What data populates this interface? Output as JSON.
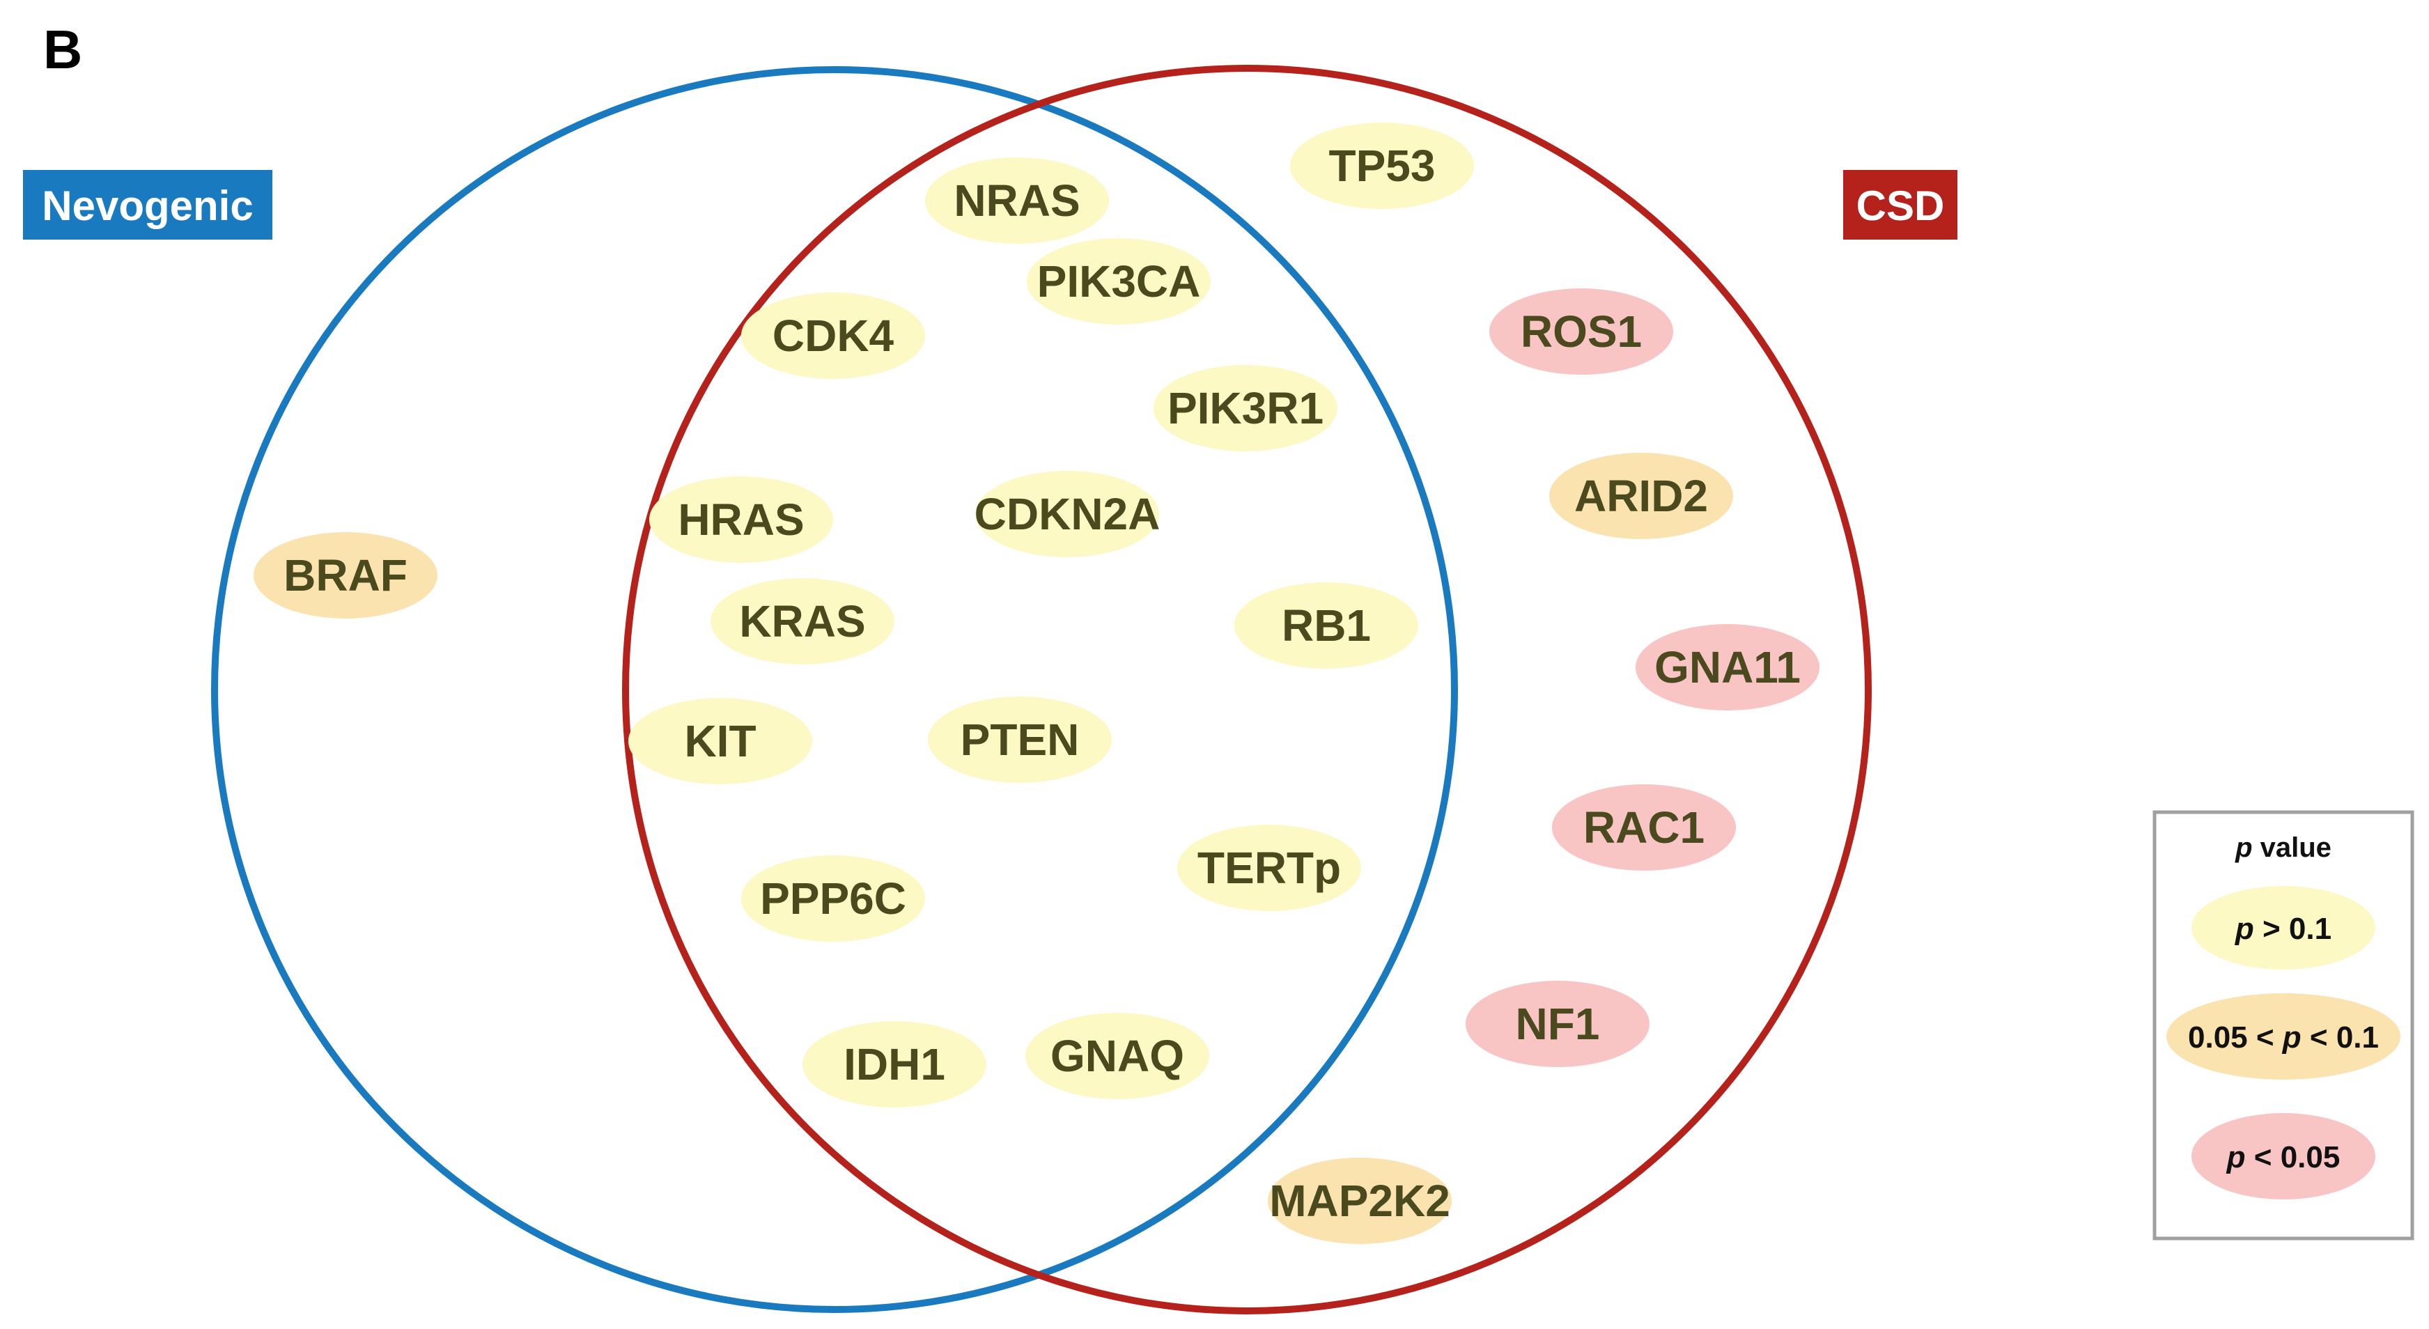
{
  "panel_label": "B",
  "colors": {
    "nevogenic_circle": "#1a7abf",
    "csd_circle": "#b5221c",
    "nevogenic_label_bg": "#1a7abf",
    "csd_label_bg": "#b5221c",
    "p_gt_0_1": "#fdf9c4",
    "p_0_05_to_0_1": "#fbe3b0",
    "p_lt_0_05": "#f9c4c4",
    "legend_border": "#a0a0a0"
  },
  "sets": {
    "nevogenic": {
      "label": "Nevogenic"
    },
    "csd": {
      "label": "CSD"
    }
  },
  "genes": [
    {
      "name": "BRAF",
      "region": "nevogenic-only",
      "p_class": "p_0_05_to_0_1"
    },
    {
      "name": "NRAS",
      "region": "both",
      "p_class": "p_gt_0_1"
    },
    {
      "name": "PIK3CA",
      "region": "both",
      "p_class": "p_gt_0_1"
    },
    {
      "name": "CDK4",
      "region": "both",
      "p_class": "p_gt_0_1"
    },
    {
      "name": "PIK3R1",
      "region": "both",
      "p_class": "p_gt_0_1"
    },
    {
      "name": "HRAS",
      "region": "both",
      "p_class": "p_gt_0_1"
    },
    {
      "name": "CDKN2A",
      "region": "both",
      "p_class": "p_gt_0_1"
    },
    {
      "name": "KRAS",
      "region": "both",
      "p_class": "p_gt_0_1"
    },
    {
      "name": "RB1",
      "region": "both",
      "p_class": "p_gt_0_1"
    },
    {
      "name": "KIT",
      "region": "both",
      "p_class": "p_gt_0_1"
    },
    {
      "name": "PTEN",
      "region": "both",
      "p_class": "p_gt_0_1"
    },
    {
      "name": "PPP6C",
      "region": "both",
      "p_class": "p_gt_0_1"
    },
    {
      "name": "TERTp",
      "region": "both",
      "p_class": "p_gt_0_1"
    },
    {
      "name": "IDH1",
      "region": "both",
      "p_class": "p_gt_0_1"
    },
    {
      "name": "GNAQ",
      "region": "both",
      "p_class": "p_gt_0_1"
    },
    {
      "name": "TP53",
      "region": "csd-only",
      "p_class": "p_gt_0_1"
    },
    {
      "name": "ROS1",
      "region": "csd-only",
      "p_class": "p_lt_0_05"
    },
    {
      "name": "ARID2",
      "region": "csd-only",
      "p_class": "p_0_05_to_0_1"
    },
    {
      "name": "GNA11",
      "region": "csd-only",
      "p_class": "p_lt_0_05"
    },
    {
      "name": "RAC1",
      "region": "csd-only",
      "p_class": "p_lt_0_05"
    },
    {
      "name": "NF1",
      "region": "csd-only",
      "p_class": "p_lt_0_05"
    },
    {
      "name": "MAP2K2",
      "region": "csd-only",
      "p_class": "p_0_05_to_0_1"
    }
  ],
  "legend": {
    "title_var": "p",
    "title_rest": " value",
    "items": [
      {
        "p_class": "p_gt_0_1",
        "pre": "",
        "var": "p",
        "post": " > 0.1"
      },
      {
        "p_class": "p_0_05_to_0_1",
        "pre": "0.05 < ",
        "var": "p",
        "post": " < 0.1"
      },
      {
        "p_class": "p_lt_0_05",
        "pre": "",
        "var": "p",
        "post": " < 0.05"
      }
    ]
  }
}
